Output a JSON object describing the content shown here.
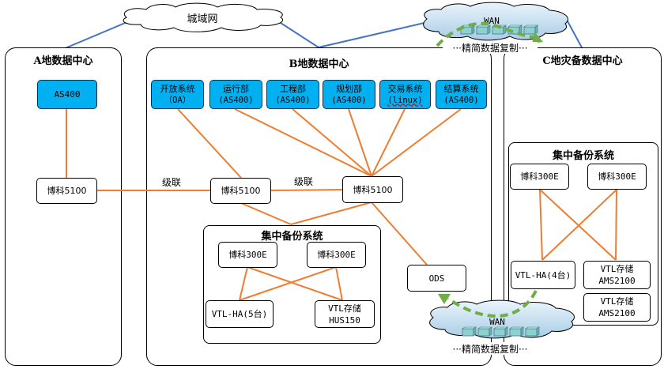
{
  "clouds": {
    "metro": {
      "label": "城域网"
    },
    "wan_top": {
      "label": "WAN",
      "caption": "···精简数据复制···"
    },
    "wan_bottom": {
      "label": "WAN",
      "caption": "···精简数据复制···"
    }
  },
  "regions": {
    "a": {
      "title": "A地数据中心",
      "nodes": {
        "as400": "AS400",
        "switch": "博科5100"
      }
    },
    "b": {
      "title": "B地数据中心",
      "systems": [
        {
          "name": "开放系统",
          "sub": "（OA）"
        },
        {
          "name": "运行部",
          "sub": "(AS400)"
        },
        {
          "name": "工程部",
          "sub": "(AS400)"
        },
        {
          "name": "规划部",
          "sub": "(AS400)"
        },
        {
          "name": "交易系统",
          "sub": "(linux)"
        },
        {
          "name": "结算系统",
          "sub": "(AS400)"
        }
      ],
      "switch1": "博科5100",
      "switch2": "博科5100",
      "cascade_label": "级联",
      "ods": "ODS",
      "backup": {
        "title": "集中备份系统",
        "server1": "博科300E",
        "server2": "博科300E",
        "vtl_ha": "VTL-HA(5台)",
        "vtl_storage": [
          "VTL存储",
          "HUS150"
        ]
      }
    },
    "c": {
      "title": "C地灾备数据中心",
      "backup": {
        "title": "集中备份系统",
        "server1": "博科300E",
        "server2": "博科300E",
        "vtl_ha": "VTL-HA(4台)",
        "vtl_storage1": [
          "VTL存储",
          "AMS2100"
        ],
        "vtl_storage2": [
          "VTL存储",
          "AMS2100"
        ]
      }
    }
  },
  "links": {
    "cascade_ab": "级联",
    "cascade_bb": "级联"
  },
  "colors": {
    "node_blue": "#00b0f0",
    "link_orange": "#ed7d31",
    "link_blue": "#4472c4",
    "replication_green": "#70ad47"
  }
}
